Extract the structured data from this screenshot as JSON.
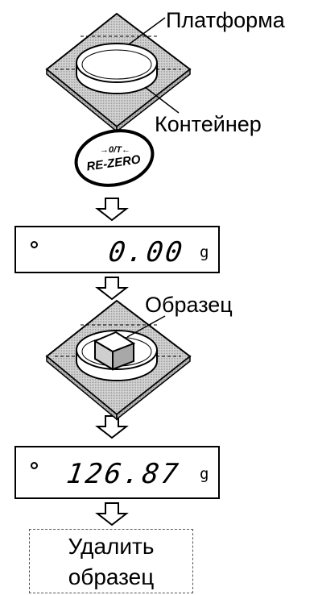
{
  "labels": {
    "platform": "Платформа",
    "container": "Контейнер",
    "sample": "Образец"
  },
  "rezero_button": {
    "top_text": "→0/T←",
    "main_text": "RE-ZERO"
  },
  "display_1": {
    "value": "0.00",
    "unit": "g"
  },
  "display_2": {
    "value": "126.87",
    "unit": "g"
  },
  "final_step": {
    "line1": "Удалить",
    "line2": "образец"
  }
}
